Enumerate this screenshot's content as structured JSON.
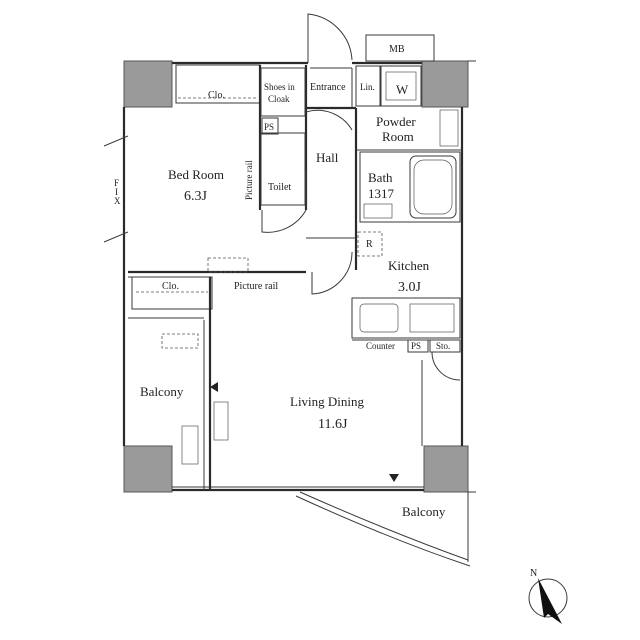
{
  "colors": {
    "wall": "#2a2a2a",
    "pillar": "#9a9a9a",
    "background": "#ffffff"
  },
  "labels": {
    "mb": "MB",
    "clo_bedroom": "Clo.",
    "clo_lower": "Clo.",
    "shoes_line1": "Shoes in",
    "shoes_line2": "Cloak",
    "entrance": "Entrance",
    "lin": "Lin.",
    "w": "W",
    "powder_line1": "Powder",
    "powder_line2": "Room",
    "ps_top": "PS",
    "ps_kitchen": "PS",
    "hall": "Hall",
    "bedroom_name": "Bed Room",
    "bedroom_size": "6.3J",
    "picture_rail_vertical": "Picture rail",
    "picture_rail_horizontal": "Picture rail",
    "toilet": "Toilet",
    "bath_line1": "Bath",
    "bath_line2": "1317",
    "fix_f": "F",
    "fix_i": "I",
    "fix_x": "X",
    "r": "R",
    "kitchen_name": "Kitchen",
    "kitchen_size": "3.0J",
    "counter": "Counter",
    "sto": "Sto.",
    "balcony_side": "Balcony",
    "living_name": "Living Dining",
    "living_size": "11.6J",
    "balcony_bottom": "Balcony",
    "north": "N"
  }
}
